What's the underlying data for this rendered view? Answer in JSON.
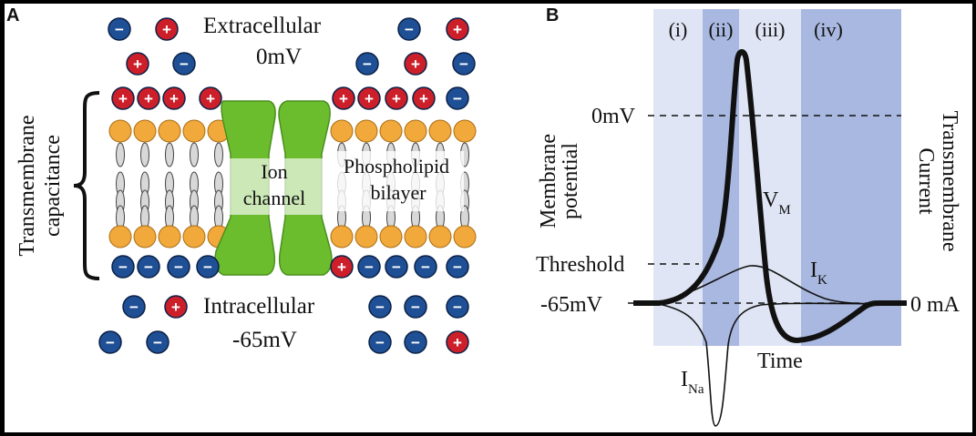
{
  "panel_a": {
    "letter": "A",
    "extracellular_label": "Extracellular",
    "extracellular_voltage": "0mV",
    "intracellular_label": "Intracellular",
    "intracellular_voltage": "-65mV",
    "capacitance_line1": "Transmembrane",
    "capacitance_line2": "capacitance",
    "ion_channel_line1": "Ion",
    "ion_channel_line2": "channel",
    "bilayer_line1": "Phospholipid",
    "bilayer_line2": "bilayer",
    "positive_symbol": "+",
    "negative_symbol": "−",
    "colors": {
      "positive_ion": "#cc1f2a",
      "negative_ion": "#1f4f95",
      "ion_channel": "#6cbd2e",
      "lipid_head": "#f2a93b"
    }
  },
  "panel_b": {
    "letter": "B",
    "phases": [
      "(i)",
      "(ii)",
      "(iii)",
      "(iv)"
    ],
    "zero_mv_label": "0mV",
    "threshold_label": "Threshold",
    "resting_label": "-65mV",
    "zero_ma_label": "0 mA",
    "time_label": "Time",
    "left_axis_line1": "Membrane",
    "left_axis_line2": "potential",
    "right_axis_line1": "Transmembrane",
    "right_axis_line2": "Current",
    "vm_label": "V",
    "vm_sub": "M",
    "ik_label": "I",
    "ik_sub": "K",
    "ina_label": "I",
    "ina_sub": "Na",
    "colors": {
      "phase_light": "#dfe5f4",
      "phase_dark": "#a9b8e0"
    }
  }
}
